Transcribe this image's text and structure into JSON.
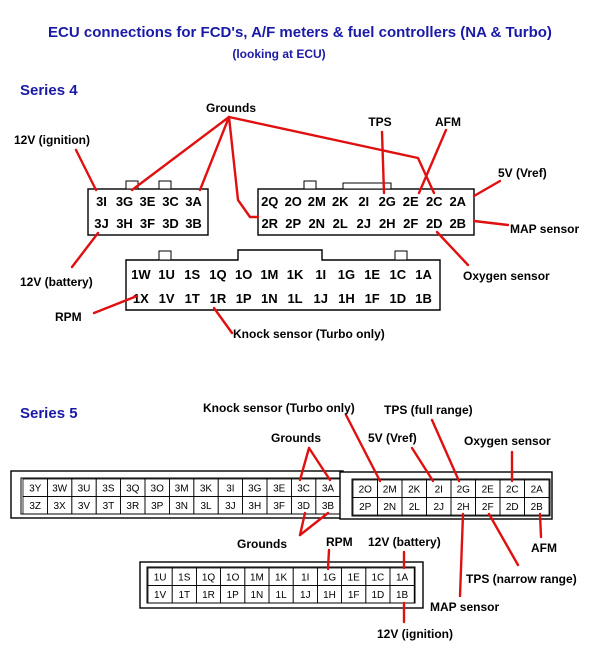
{
  "title": "ECU connections for FCD's, A/F meters & fuel controllers (NA & Turbo)",
  "subtitle": "(looking at ECU)",
  "series4": {
    "heading": "Series 4",
    "connector_a": {
      "top": [
        "3I",
        "3G",
        "3E",
        "3C",
        "3A"
      ],
      "bottom": [
        "3J",
        "3H",
        "3F",
        "3D",
        "3B"
      ]
    },
    "connector_b": {
      "top": [
        "2Q",
        "2O",
        "2M",
        "2K",
        "2I",
        "2G",
        "2E",
        "2C",
        "2A"
      ],
      "bottom": [
        "2R",
        "2P",
        "2N",
        "2L",
        "2J",
        "2H",
        "2F",
        "2D",
        "2B"
      ]
    },
    "connector_c": {
      "top": [
        "1W",
        "1U",
        "1S",
        "1Q",
        "1O",
        "1M",
        "1K",
        "1I",
        "1G",
        "1E",
        "1C",
        "1A"
      ],
      "bottom": [
        "1X",
        "1V",
        "1T",
        "1R",
        "1P",
        "1N",
        "1L",
        "1J",
        "1H",
        "1F",
        "1D",
        "1B"
      ]
    },
    "labels": {
      "grounds": "Grounds",
      "tps": "TPS",
      "afm": "AFM",
      "vref": "5V (Vref)",
      "map": "MAP sensor",
      "oxygen": "Oxygen sensor",
      "ign": "12V (ignition)",
      "batt": "12V (battery)",
      "rpm": "RPM",
      "knock": "Knock sensor (Turbo only)"
    }
  },
  "series5": {
    "heading": "Series 5",
    "connector_a": {
      "top": [
        "3Y",
        "3W",
        "3U",
        "3S",
        "3Q",
        "3O",
        "3M",
        "3K",
        "3I",
        "3G",
        "3E",
        "3C",
        "3A"
      ],
      "bottom": [
        "3Z",
        "3X",
        "3V",
        "3T",
        "3R",
        "3P",
        "3N",
        "3L",
        "3J",
        "3H",
        "3F",
        "3D",
        "3B"
      ]
    },
    "connector_b": {
      "top": [
        "2O",
        "2M",
        "2K",
        "2I",
        "2G",
        "2E",
        "2C",
        "2A"
      ],
      "bottom": [
        "2P",
        "2N",
        "2L",
        "2J",
        "2H",
        "2F",
        "2D",
        "2B"
      ]
    },
    "connector_c": {
      "top": [
        "1U",
        "1S",
        "1Q",
        "1O",
        "1M",
        "1K",
        "1I",
        "1G",
        "1E",
        "1C",
        "1A"
      ],
      "bottom": [
        "1V",
        "1T",
        "1R",
        "1P",
        "1N",
        "1L",
        "1J",
        "1H",
        "1F",
        "1D",
        "1B"
      ]
    },
    "labels": {
      "knock": "Knock sensor (Turbo only)",
      "tps_full": "TPS (full range)",
      "grounds_top": "Grounds",
      "vref": "5V (Vref)",
      "oxygen": "Oxygen sensor",
      "grounds_bottom": "Grounds",
      "rpm": "RPM",
      "batt": "12V (battery)",
      "afm": "AFM",
      "tps_narrow": "TPS (narrow range)",
      "map": "MAP sensor",
      "ign": "12V (ignition)"
    }
  },
  "colors": {
    "title": "#1a1aa6",
    "wire": "#e01010",
    "outline": "#000000"
  }
}
